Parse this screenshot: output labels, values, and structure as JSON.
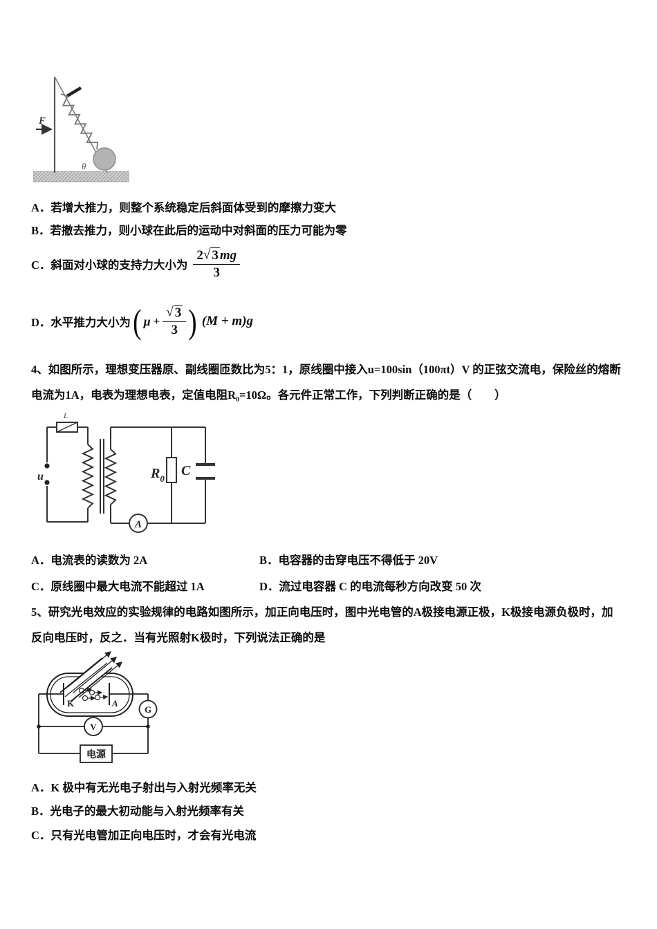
{
  "q3": {
    "optionA": "A．若增大推力，则整个系统稳定后斜面体受到的摩擦力变大",
    "optionB": "B．若撤去推力，则小球在此后的运动中对斜面的压力可能为零",
    "optionC_label": "C．斜面对小球的支持力大小为",
    "optionC_formula": {
      "coef": "2",
      "sqrt": "√",
      "radicand": "3",
      "var": "mg",
      "den": "3"
    },
    "optionD_label": "D．水平推力大小为",
    "optionD_formula": {
      "lparen": "(",
      "mu": "μ",
      "plus": "+",
      "sqrt": "√",
      "radicand": "3",
      "den": "3",
      "rparen": ")",
      "tail": "(M + m)g"
    },
    "figure": {
      "force": "F",
      "angle": "θ"
    }
  },
  "q4": {
    "text_line1": "4、如图所示，理想变压器原、副线圈匝数比为5：1，原线圈中接入u=100sin（100πt）V 的正弦交流电，保险丝的熔断",
    "text_line2": "电流为1A，电表为理想电表，定值电阻R₀=10Ω。各元件正常工作，下列判断正确的是（　　）",
    "circuit": {
      "source": "u",
      "fuse": "L",
      "resistor": "R",
      "resistor_sub": "0",
      "capacitor": "C",
      "ammeter": "A"
    },
    "optionA": "A．电流表的读数为 2A",
    "optionB": "B．电容器的击穿电压不得低于 20V",
    "optionC": "C．原线圈中最大电流不能超过 1A",
    "optionD": "D．流过电容器 C 的电流每秒方向改变 50 次"
  },
  "q5": {
    "text_line1": "5、研究光电效应的实验规律的电路如图所示，加正向电压时，图中光电管的A极接电源正极，K极接电源负极时，加",
    "text_line2": "反向电压时，反之．当有光照射K极时，下列说法正确的是",
    "circuit": {
      "cathode": "K",
      "anode": "A",
      "galvanometer": "G",
      "voltmeter": "V",
      "power": "电源"
    },
    "optionA": "A．K 极中有无光电子射出与入射光频率无关",
    "optionB": "B．光电子的最大初动能与入射光频率有关",
    "optionC": "C．只有光电管加正向电压时，才会有光电流"
  },
  "colors": {
    "text": "#0d0d0d",
    "ground_fill": "#cfcfcf",
    "ball_fill": "#b3b3b3"
  }
}
